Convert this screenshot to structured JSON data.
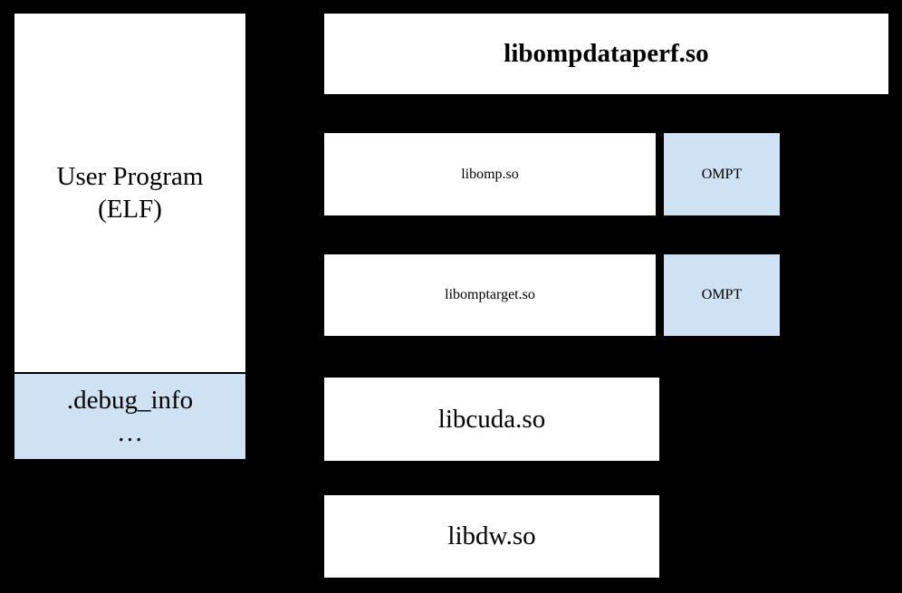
{
  "canvas": {
    "background_color": "#000000",
    "box_fill_color": "#ffffff",
    "accent_fill_color": "#cfe2f3",
    "border_color": "#000000"
  },
  "user_program": {
    "title_line1": "User Program",
    "title_line2": "(ELF)",
    "debug_line1": ".debug_info",
    "debug_line2": "…"
  },
  "libraries": [
    {
      "name": "libompdataperf.so"
    },
    {
      "name": "libomp.so",
      "badge": "OMPT"
    },
    {
      "name": "libomptarget.so",
      "badge": "OMPT"
    },
    {
      "name": "libcuda.so"
    },
    {
      "name": "libdw.so"
    }
  ]
}
